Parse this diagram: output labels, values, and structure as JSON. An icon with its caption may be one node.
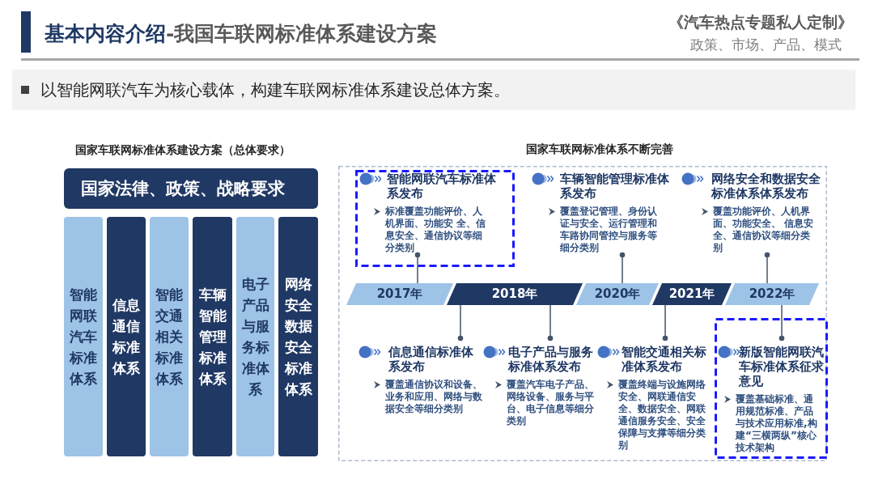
{
  "diagram": {
    "title": "**基本内容介绍**-我国车联网标准体系建设方案",
    "nodes": [
      {
        "text": [
          "以智能网联汽车为核心载体，构建车联网标准体系建设总体方案。"
        ]
      },
      {
        "text": [
          "国家法律、政策、战略要求"
        ]
      },
      {
        "text": [
          "智能网联汽车标准体系"
        ]
      },
      {
        "text": [
          "信息通信标准体系"
        ]
      },
      {
        "text": [
          "智能交通相关标准体系"
        ]
      },
      {
        "text": [
          "车辆智能管理标准体系"
        ]
      },
      {
        "text": [
          "电子产品与服务标准体系"
        ]
      },
      {
        "text": [
          "网络安全数据安全标准体系"
        ]
      },
      {
        "text": [
          "国家车联网标准体系不断完善"
        ]
      },
      {
        "text": [
          "智能网联汽车标准体系发布",
          "标准覆盖功能评价、人机界面、功能安 全、信息安全、通信协议等细分类别"
        ],
        "in": 8
      },
      {
        "text": [
          "车辆智能管理标准体系发布",
          "覆盖登记管理、身份认证与安全、运行管理和车路协同管控与服务等细分类别"
        ],
        "in": 8
      },
      {
        "text": [
          "网络安全和数据安全标准体系体系发布",
          "覆盖功能评价、人机界面、功能安全、 信息安全、通信协议等细分类别"
        ],
        "in": 8
      },
      {
        "text": [
          "2017年"
        ],
        "in": 8
      },
      {
        "text": [
          "2018年"
        ],
        "in": 8
      },
      {
        "text": [
          "2020年"
        ],
        "in": 8
      },
      {
        "text": [
          "2021年"
        ],
        "in": 8
      },
      {
        "text": [
          "2022年"
        ],
        "in": 8
      },
      {
        "text": [
          "信息通信标准体系发布",
          "覆盖通信协议和设备、业务和应用、网络与数据安全等细分类别"
        ],
        "in": 8
      },
      {
        "text": [
          "电子产品与服务标准体系发布",
          "覆盖汽车电子产品、网络设备、服务与平台、电子信息等细分类别"
        ],
        "in": 8
      },
      {
        "text": [
          "智能交通相关标准体系发布",
          "覆盖终端与设施网络安全、网联通信安全、数据安全、网联通信服务安全、安全保障与支撑等细分类别"
        ],
        "in": 8
      },
      {
        "text": [
          "新版智能网联汽车标准体系征求意见",
          "覆盖基础标准、通用规范标准、产品与技术应用标准,构建“三横两纵”核心技术架构"
        ],
        "in": 8
      }
    ],
    "edges": [
      {
        "from": 12,
        "to": 9,
        "arrow": "other"
      },
      {
        "from": 14,
        "to": 10,
        "arrow": "other"
      },
      {
        "from": 16,
        "to": 11,
        "arrow": "other"
      },
      {
        "from": 13,
        "to": 17,
        "arrow": "other"
      },
      {
        "from": 13,
        "to": 18,
        "arrow": "other"
      },
      {
        "from": 15,
        "to": 19,
        "arrow": "other"
      },
      {
        "from": 16,
        "to": 20,
        "arrow": "other"
      }
    ],
    "labels": [
      "《汽车热点专题私人定制》",
      "政策、市场、产品、模式",
      "国家车联网标准体系建设方案（总体要求）"
    ]
  }
}
